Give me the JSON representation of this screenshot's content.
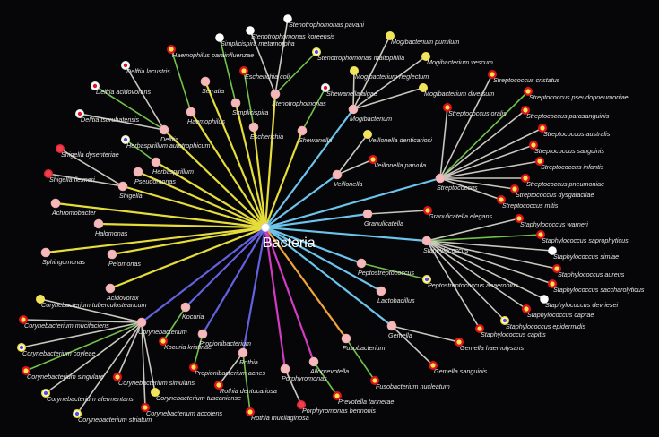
{
  "root": {
    "name": "Bacteria"
  },
  "colors": {
    "yellow": "#e6dc3a",
    "blue": "#6cc4ec",
    "orange": "#f2a53a",
    "magenta": "#d23cc3",
    "purple": "#6461e0",
    "grey_edge": "#c9c7be",
    "green_edge": "#72c24a",
    "genus_fill": "#f6b9bb"
  },
  "genera": [
    {
      "name": "Delftia",
      "branch": "yellow",
      "species": [
        {
          "name": "Delftia lacustris",
          "marker": "white-red",
          "edge": "grey"
        },
        {
          "name": "Delftia acidovorans",
          "marker": "white-red",
          "edge": "green"
        },
        {
          "name": "Delftia tsuruhatensis",
          "marker": "white-red",
          "edge": "grey"
        }
      ]
    },
    {
      "name": "Haemophilus",
      "branch": "yellow",
      "species": [
        {
          "name": "Haemophilus parainfluenzae",
          "marker": "red-yellow",
          "edge": "green"
        }
      ]
    },
    {
      "name": "Serratia",
      "branch": "yellow",
      "species": []
    },
    {
      "name": "Simplicispira",
      "branch": "yellow",
      "species": [
        {
          "name": "Simplicispira metamorpha",
          "marker": "white",
          "edge": "green"
        }
      ]
    },
    {
      "name": "Escherichia",
      "branch": "yellow",
      "species": [
        {
          "name": "Escherichia coli",
          "marker": "red-yellow",
          "edge": "green"
        }
      ]
    },
    {
      "name": "Stenotrophomonas",
      "branch": "yellow",
      "species": [
        {
          "name": "Stenotrophomonas pavani",
          "marker": "white",
          "edge": "grey"
        },
        {
          "name": "Stenotrophomonas koreensis",
          "marker": "white",
          "edge": "grey"
        },
        {
          "name": "Stenotrophomonas maltophilia",
          "marker": "yellow-blue",
          "edge": "green"
        }
      ]
    },
    {
      "name": "Shewanella",
      "branch": "yellow",
      "species": [
        {
          "name": "Shewanella algae",
          "marker": "white-red",
          "edge": "green"
        }
      ]
    },
    {
      "name": "Herbaspirillum",
      "branch": "yellow",
      "species": [
        {
          "name": "Herbaspirillum autotrophicum",
          "marker": "white-blue",
          "edge": "green"
        }
      ]
    },
    {
      "name": "Pseudomonas",
      "branch": "yellow",
      "species": []
    },
    {
      "name": "Shigella",
      "branch": "yellow",
      "species": [
        {
          "name": "Shigella dysenteriae",
          "marker": "red",
          "edge": "grey"
        },
        {
          "name": "Shigella flexneri",
          "marker": "red",
          "edge": "grey"
        }
      ]
    },
    {
      "name": "Achromobacter",
      "branch": "yellow",
      "species": []
    },
    {
      "name": "Halomonas",
      "branch": "yellow",
      "species": []
    },
    {
      "name": "Sphingomonas",
      "branch": "yellow",
      "species": []
    },
    {
      "name": "Pelomonas",
      "branch": "yellow",
      "species": []
    },
    {
      "name": "Acidovorax",
      "branch": "yellow",
      "species": []
    },
    {
      "name": "Mogibacterium",
      "branch": "blue",
      "species": [
        {
          "name": "Mogibacterium pumilum",
          "marker": "yellow",
          "edge": "grey"
        },
        {
          "name": "Mogibacterium vescum",
          "marker": "yellow",
          "edge": "grey"
        },
        {
          "name": "Mogibacterium neglectum",
          "marker": "yellow",
          "edge": "grey"
        },
        {
          "name": "Mogibacterium diversum",
          "marker": "yellow",
          "edge": "grey"
        }
      ]
    },
    {
      "name": "Veillonella",
      "branch": "blue",
      "species": [
        {
          "name": "Veillonella denticariosi",
          "marker": "yellow",
          "edge": "grey"
        },
        {
          "name": "Veillonella parvula",
          "marker": "red-yellow",
          "edge": "grey"
        }
      ]
    },
    {
      "name": "Streptococcus",
      "branch": "blue",
      "species": [
        {
          "name": "Streptococcus cristatus",
          "marker": "red-yellow",
          "edge": "grey"
        },
        {
          "name": "Streptococcus pseudopneumoniae",
          "marker": "red-yellow",
          "edge": "green"
        },
        {
          "name": "Streptococcus oralis",
          "marker": "red-yellow",
          "edge": "grey"
        },
        {
          "name": "Streptococcus parasanguinis",
          "marker": "red-yellow",
          "edge": "grey"
        },
        {
          "name": "Streptococcus australis",
          "marker": "red-yellow",
          "edge": "grey"
        },
        {
          "name": "Streptococcus sanguinis",
          "marker": "red-yellow",
          "edge": "grey"
        },
        {
          "name": "Streptococcus infantis",
          "marker": "red-yellow",
          "edge": "grey"
        },
        {
          "name": "Streptococcus pneumoniae",
          "marker": "red-yellow",
          "edge": "grey"
        },
        {
          "name": "Streptococcus dysgalactiae",
          "marker": "red-yellow",
          "edge": "grey"
        },
        {
          "name": "Streptococcus mitis",
          "marker": "red-yellow",
          "edge": "grey"
        }
      ]
    },
    {
      "name": "Granulicatella",
      "branch": "blue",
      "species": [
        {
          "name": "Granulicatella elegans",
          "marker": "red-yellow",
          "edge": "grey"
        }
      ]
    },
    {
      "name": "Staphylococcus",
      "branch": "blue",
      "species": [
        {
          "name": "Staphylococcus warneri",
          "marker": "red-yellow",
          "edge": "grey"
        },
        {
          "name": "Staphylococcus saprophyticus",
          "marker": "red-yellow",
          "edge": "green"
        },
        {
          "name": "Staphylococcus simiae",
          "marker": "white",
          "edge": "grey"
        },
        {
          "name": "Staphylococcus aureus",
          "marker": "red-yellow",
          "edge": "grey"
        },
        {
          "name": "Staphylococcus saccharolyticus",
          "marker": "red-yellow",
          "edge": "grey"
        },
        {
          "name": "Staphylococcus devriesei",
          "marker": "white",
          "edge": "grey"
        },
        {
          "name": "Staphylococcus caprae",
          "marker": "red-yellow",
          "edge": "grey"
        },
        {
          "name": "Staphylococcus epidermidis",
          "marker": "yellow-blue",
          "edge": "grey"
        },
        {
          "name": "Staphylococcus capitis",
          "marker": "red-yellow",
          "edge": "grey"
        }
      ]
    },
    {
      "name": "Peptostreptococcus",
      "branch": "blue",
      "species": [
        {
          "name": "Peptostreptococcus anaerobius",
          "marker": "yellow-blue",
          "edge": "green"
        }
      ]
    },
    {
      "name": "Lactobacillus",
      "branch": "blue",
      "species": []
    },
    {
      "name": "Gemella",
      "branch": "blue",
      "species": [
        {
          "name": "Gemella haemolysans",
          "marker": "red-yellow",
          "edge": "grey"
        },
        {
          "name": "Gemella sanguinis",
          "marker": "red-yellow",
          "edge": "grey"
        }
      ]
    },
    {
      "name": "Fusobacterium",
      "branch": "orange",
      "species": [
        {
          "name": "Fusobacterium nucleatum",
          "marker": "red-yellow",
          "edge": "green"
        }
      ]
    },
    {
      "name": "Alloprevotella",
      "branch": "magenta",
      "species": [
        {
          "name": "Prevotella tannerae",
          "marker": "red-yellow",
          "edge": "green"
        }
      ]
    },
    {
      "name": "Porphyromonas",
      "branch": "magenta",
      "species": [
        {
          "name": "Porphyromonas bennonis",
          "marker": "red",
          "edge": "grey"
        }
      ]
    },
    {
      "name": "Rothia",
      "branch": "purple",
      "species": [
        {
          "name": "Rothia dentocariosa",
          "marker": "red-yellow",
          "edge": "grey"
        },
        {
          "name": "Rothia mucilaginosa",
          "marker": "red-yellow",
          "edge": "green"
        }
      ]
    },
    {
      "name": "Propionibacterium",
      "branch": "purple",
      "species": [
        {
          "name": "Propionibacterium acnes",
          "marker": "red-yellow",
          "edge": "green"
        }
      ]
    },
    {
      "name": "Kocuria",
      "branch": "purple",
      "species": [
        {
          "name": "Kocuria kristinae",
          "marker": "red-yellow",
          "edge": "green"
        }
      ]
    },
    {
      "name": "Corynebacterium",
      "branch": "purple",
      "species": [
        {
          "name": "Corynebacterium tuberculostearicum",
          "marker": "yellow",
          "edge": "grey"
        },
        {
          "name": "Corynebacterium mucifaciens",
          "marker": "red-yellow",
          "edge": "grey"
        },
        {
          "name": "Corynebacterium coyleae",
          "marker": "yellow-blue",
          "edge": "grey"
        },
        {
          "name": "Corynebacterium singulare",
          "marker": "red-yellow",
          "edge": "green"
        },
        {
          "name": "Corynebacterium afermentans",
          "marker": "yellow-blue",
          "edge": "grey"
        },
        {
          "name": "Corynebacterium striatum",
          "marker": "yellow-blue",
          "edge": "grey"
        },
        {
          "name": "Corynebacterium simulans",
          "marker": "red-yellow",
          "edge": "grey"
        },
        {
          "name": "Corynebacterium accolens",
          "marker": "red-yellow",
          "edge": "grey"
        },
        {
          "name": "Corynebacterium tuscaniense",
          "marker": "yellow",
          "edge": "grey"
        }
      ]
    }
  ]
}
